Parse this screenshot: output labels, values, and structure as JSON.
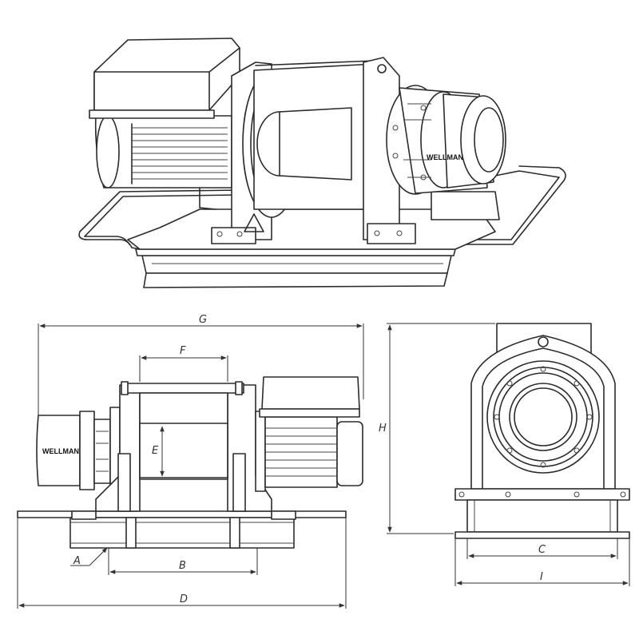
{
  "brand": "WELLMAN",
  "dimensions": {
    "A": "A",
    "B": "B",
    "C": "C",
    "D": "D",
    "E": "E",
    "F": "F",
    "G": "G",
    "H": "H",
    "I": "I"
  }
}
